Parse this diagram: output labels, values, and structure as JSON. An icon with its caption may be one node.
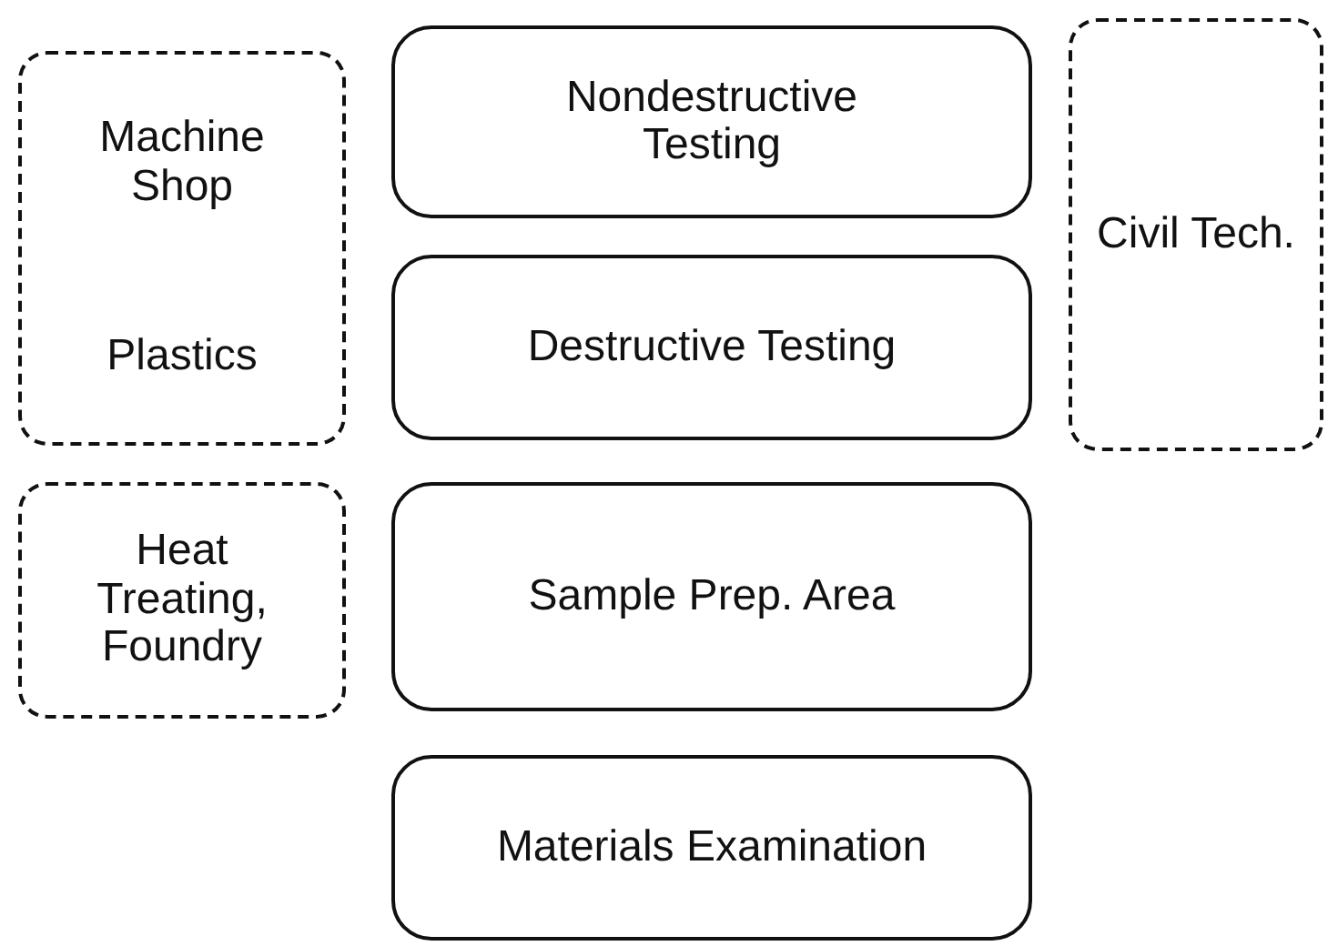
{
  "diagram": {
    "nodes": [
      {
        "text": [
          "Machine Shop",
          "Plastics"
        ]
      },
      {
        "text": [
          "Nondestructive Testing"
        ]
      },
      {
        "text": [
          "Civil Tech."
        ]
      },
      {
        "text": [
          "Destructive Testing"
        ]
      },
      {
        "text": [
          "Heat Treating, Foundry"
        ]
      },
      {
        "text": [
          "Sample Prep. Area"
        ]
      },
      {
        "text": [
          "Materials Examination"
        ]
      }
    ]
  }
}
